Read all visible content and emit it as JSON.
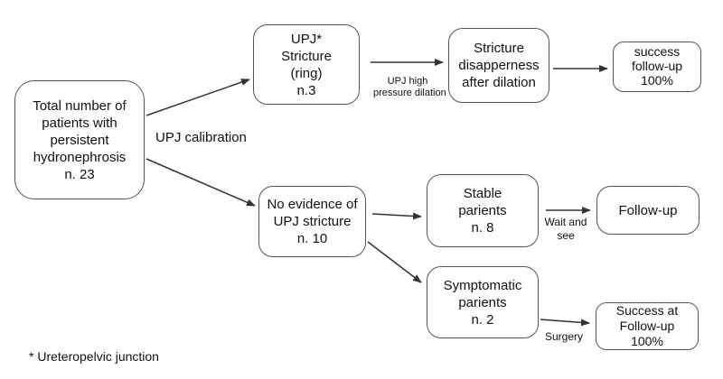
{
  "nodes": {
    "total": {
      "lines": [
        "Total number of",
        "patients with",
        "persistent",
        "hydronephrosis",
        "n. 23"
      ]
    },
    "upj_stricture": {
      "lines": [
        "UPJ*",
        "Stricture",
        "(ring)",
        "n.3"
      ]
    },
    "stricture_disappearance": {
      "lines": [
        "Stricture",
        "disapperness",
        "after dilation"
      ]
    },
    "success_followup": {
      "lines": [
        "success",
        "follow-up",
        "100%"
      ]
    },
    "no_evidence": {
      "lines": [
        "No evidence of",
        "UPJ stricture",
        "n. 10"
      ]
    },
    "stable": {
      "lines": [
        "Stable",
        "parients",
        "n. 8"
      ]
    },
    "followup": {
      "lines": [
        "Follow-up"
      ]
    },
    "symptomatic": {
      "lines": [
        "Symptomatic",
        "parients",
        "n. 2"
      ]
    },
    "success_at_followup": {
      "lines": [
        "Success at",
        "Follow-up",
        "100%"
      ]
    }
  },
  "edge_labels": {
    "upj_calibration": "UPJ calibration",
    "high_pressure_dilation": [
      "UPJ high",
      "pressure dilation"
    ],
    "wait_and_see": [
      "Wait and",
      "see"
    ],
    "surgery": "Surgery"
  },
  "footnote": "* Ureteropelvic junction"
}
